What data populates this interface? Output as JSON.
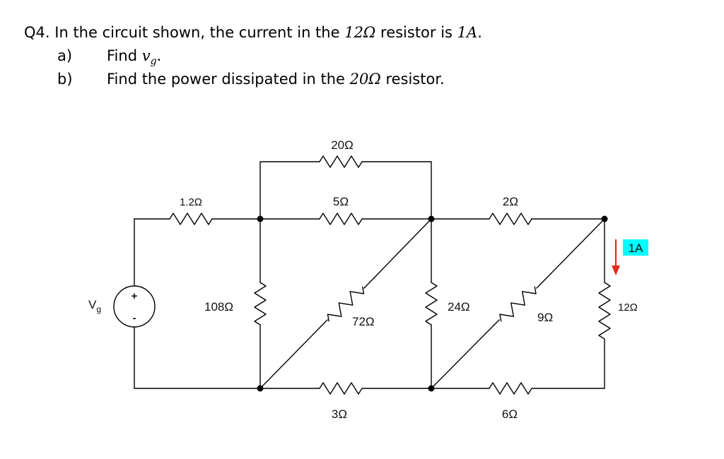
{
  "question": {
    "number": "Q4.",
    "stem_before": "In the circuit shown, the current in the ",
    "stem_r": "12Ω",
    "stem_mid": " resistor is ",
    "stem_i": "1A",
    "stem_end": ".",
    "part_a_label": "a)",
    "part_a_text": "Find ",
    "part_a_var": "v",
    "part_a_sub": "g",
    "part_a_end": ".",
    "part_b_label": "b)",
    "part_b_text": "Find the power dissipated in the ",
    "part_b_r": "20Ω",
    "part_b_end": " resistor."
  },
  "circuit": {
    "source": {
      "label": "V",
      "sub": "g",
      "plus": "+",
      "minus": "-"
    },
    "resistors": {
      "r20": "20Ω",
      "r5": "5Ω",
      "r1_2": "1.2Ω",
      "r2": "2Ω",
      "r108": "108Ω",
      "r72": "72Ω",
      "r24": "24Ω",
      "r9": "9Ω",
      "r12": "12Ω",
      "r3": "3Ω",
      "r6": "6Ω"
    },
    "current_label": "1A",
    "colors": {
      "arrow": "#e8291c",
      "current_highlight": "#00ffff",
      "wire": "#000000"
    }
  }
}
